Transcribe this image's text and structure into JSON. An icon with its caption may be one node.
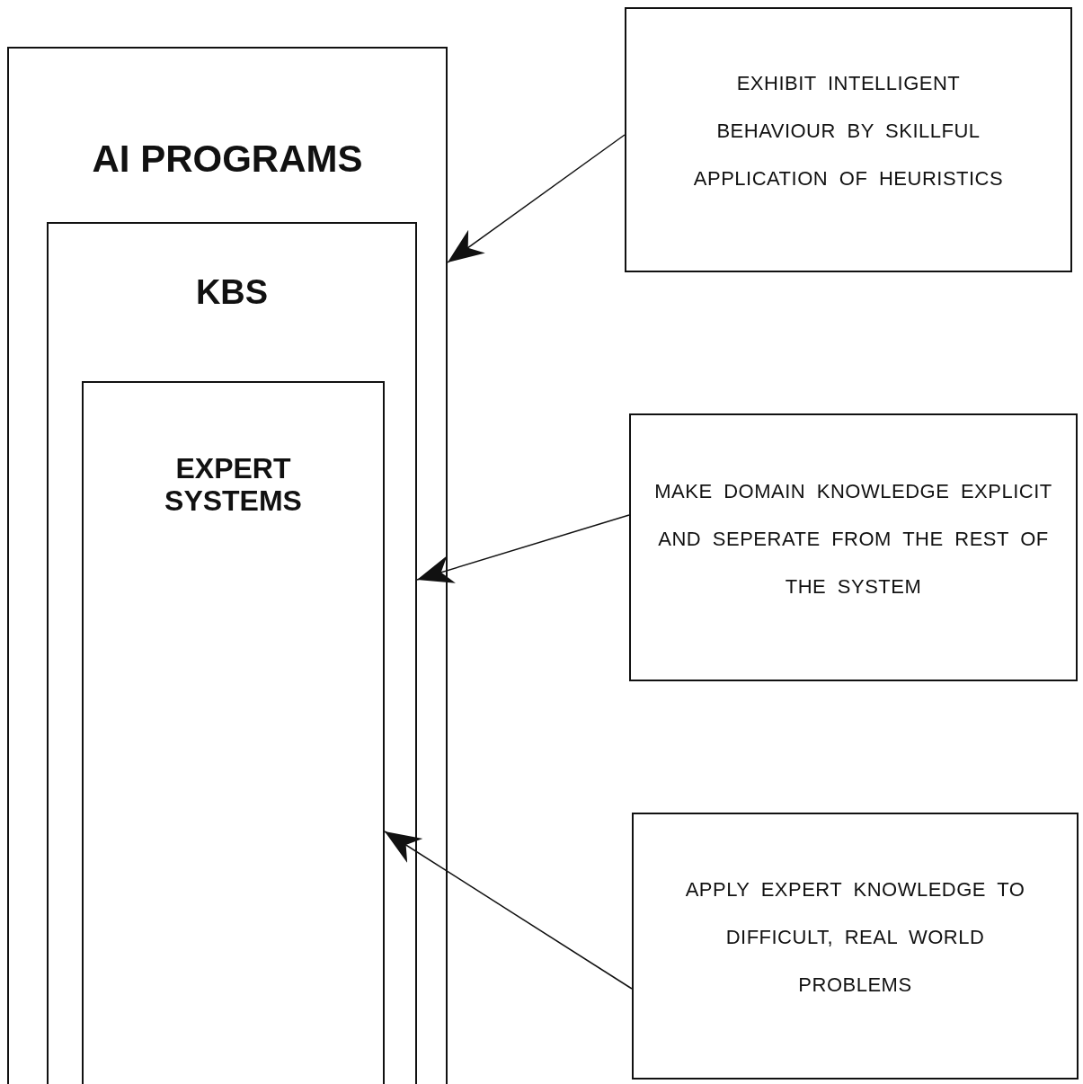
{
  "diagram": {
    "nodes": [
      {
        "text": [
          "AI PROGRAMS"
        ]
      },
      {
        "text": [
          "KBS"
        ],
        "in": 0
      },
      {
        "text": [
          "EXPERT SYSTEMS"
        ],
        "in": 1
      },
      {
        "text": [
          "EXHIBIT INTELLIGENT BEHAVIOUR BY SKILLFUL APPLICATION OF HEURISTICS"
        ]
      },
      {
        "text": [
          "MAKE DOMAIN KNOWLEDGE EXPLICIT AND SEPERATE FROM THE REST OF THE SYSTEM"
        ]
      },
      {
        "text": [
          "APPLY EXPERT KNOWLEDGE TO DIFFICULT, REAL WORLD PROBLEMS"
        ]
      }
    ],
    "edges": [
      {
        "from": 3,
        "to": 0,
        "arrow": "to"
      },
      {
        "from": 4,
        "to": 1,
        "arrow": "to"
      },
      {
        "from": 5,
        "to": 2,
        "arrow": "to"
      }
    ]
  }
}
